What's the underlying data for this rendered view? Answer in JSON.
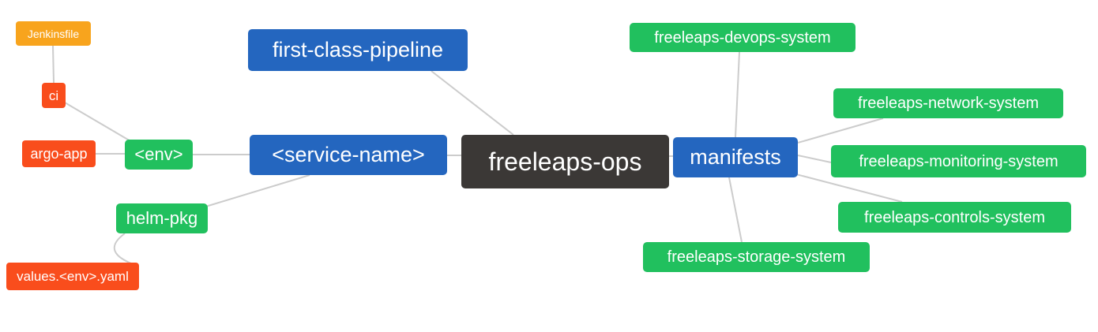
{
  "diagram": {
    "type": "mindmap",
    "root_label": "freeleaps-ops",
    "colors": {
      "level1_blue": "#2466bf",
      "green": "#21c05e",
      "red_orange": "#f94d1c",
      "amber": "#f8a41d",
      "root_dark": "#3b3836",
      "connector_gray": "#cccccc",
      "text": "#ffffff",
      "background": "#ffffff"
    },
    "nodes": {
      "root": {
        "label": "freeleaps-ops",
        "color": "#3b3836"
      },
      "first_class_pipeline": {
        "label": "first-class-pipeline",
        "color": "#2466bf"
      },
      "service_name": {
        "label": "<service-name>",
        "color": "#2466bf"
      },
      "manifests": {
        "label": "manifests",
        "color": "#2466bf"
      },
      "env": {
        "label": "<env>",
        "color": "#21c05e"
      },
      "helm_pkg": {
        "label": "helm-pkg",
        "color": "#21c05e"
      },
      "ci": {
        "label": "ci",
        "color": "#f94d1c"
      },
      "argo_app": {
        "label": "argo-app",
        "color": "#f94d1c"
      },
      "values_env_yaml": {
        "label": "values.<env>.yaml",
        "color": "#f94d1c"
      },
      "jenkinsfile": {
        "label": "Jenkinsfile",
        "color": "#f8a41d"
      },
      "devops_system": {
        "label": "freeleaps-devops-system",
        "color": "#21c05e"
      },
      "network_system": {
        "label": "freeleaps-network-system",
        "color": "#21c05e"
      },
      "monitoring_system": {
        "label": "freeleaps-monitoring-system",
        "color": "#21c05e"
      },
      "controls_system": {
        "label": "freeleaps-controls-system",
        "color": "#21c05e"
      },
      "storage_system": {
        "label": "freeleaps-storage-system",
        "color": "#21c05e"
      }
    },
    "edges": [
      [
        "jenkinsfile",
        "ci"
      ],
      [
        "ci",
        "env"
      ],
      [
        "argo_app",
        "env"
      ],
      [
        "env",
        "service_name"
      ],
      [
        "helm_pkg",
        "service_name"
      ],
      [
        "values_env_yaml",
        "helm_pkg"
      ],
      [
        "first_class_pipeline",
        "root"
      ],
      [
        "service_name",
        "root"
      ],
      [
        "root",
        "manifests"
      ],
      [
        "manifests",
        "devops_system"
      ],
      [
        "manifests",
        "network_system"
      ],
      [
        "manifests",
        "monitoring_system"
      ],
      [
        "manifests",
        "controls_system"
      ],
      [
        "manifests",
        "storage_system"
      ]
    ]
  }
}
